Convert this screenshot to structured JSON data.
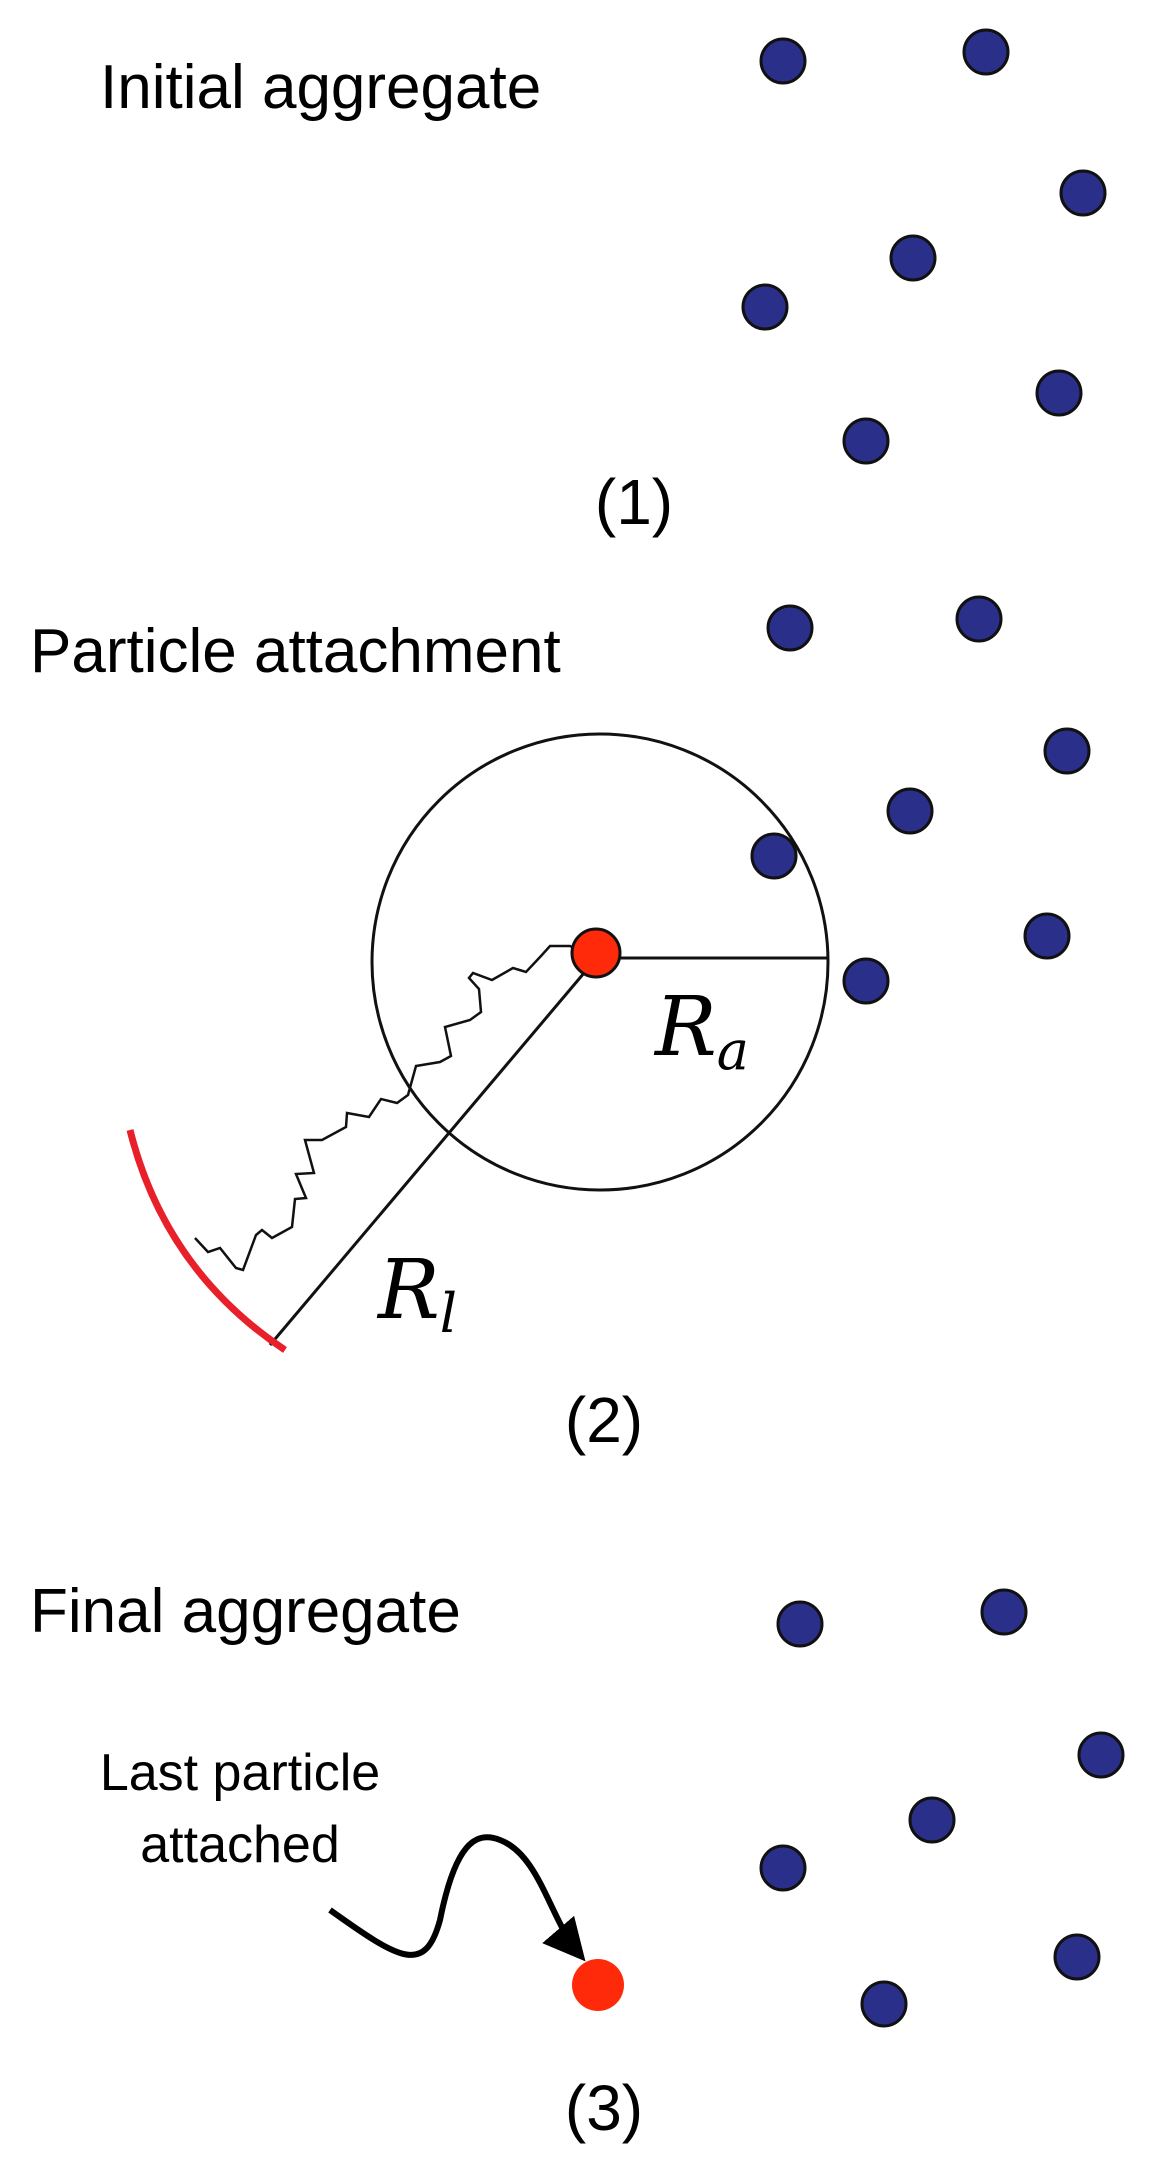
{
  "panel1": {
    "title": "Initial aggregate",
    "tag": "(1)"
  },
  "panel2": {
    "title": "Particle attachment",
    "tag": "(2)",
    "attach_radius_main": "R",
    "attach_radius_sub": "a",
    "launch_radius_main": "R",
    "launch_radius_sub": "l"
  },
  "panel3": {
    "title": "Final aggregate",
    "tag": "(3)",
    "note_line1": "Last particle",
    "note_line2": "attached"
  },
  "colors": {
    "aggregate_particle": "#2a2f8a",
    "new_particle": "#ff2a0a",
    "launch_arc": "#e8202a",
    "line": "#111111"
  }
}
